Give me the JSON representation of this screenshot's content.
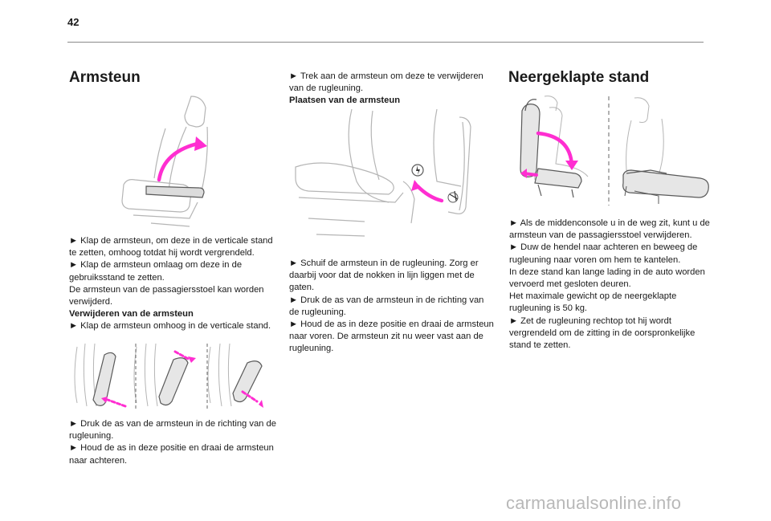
{
  "page": {
    "number": "42"
  },
  "col1": {
    "heading": "Armsteun",
    "block1": [
      "► Klap de armsteun, om deze in de verticale stand te zetten, omhoog totdat hij wordt vergrendeld.",
      "► Klap de armsteun omlaag om deze in de gebruiksstand te zetten.",
      "De armsteun van de passagiersstoel kan worden verwijderd."
    ],
    "subheading": "Verwijderen van de armsteun",
    "block2": [
      "► Klap de armsteun omhoog in de verticale stand."
    ],
    "block3": [
      "► Druk de as van de armsteun in de richting van de rugleuning.",
      "► Houd de as in deze positie en draai de armsteun naar achteren."
    ]
  },
  "col2": {
    "block1": [
      "► Trek aan de armsteun om deze te verwijderen van de rugleuning."
    ],
    "subheading": "Plaatsen van de armsteun",
    "block2": [
      "► Schuif de armsteun in de rugleuning. Zorg er daarbij voor dat de nokken in lijn liggen met de gaten.",
      "► Druk de as van de armsteun in de richting van de rugleuning.",
      "► Houd de as in deze positie en draai de armsteun naar voren. De armsteun zit nu weer vast aan de rugleuning."
    ]
  },
  "col3": {
    "heading": "Neergeklapte stand",
    "block1": [
      "► Als de middenconsole u in de weg zit, kunt u de armsteun van de passagiersstoel verwijderen.",
      "► Duw de hendel naar achteren en beweeg de rugleuning naar voren om hem te kantelen.",
      "In deze stand kan lange lading in de auto worden vervoerd met gesloten deuren.",
      "Het maximale gewicht op de neergeklapte rugleuning is 50 kg.",
      "► Zet de rugleuning rechtop tot hij wordt vergrendeld om de zitting in de oorspronkelijke stand te zetten."
    ]
  },
  "footer": {
    "watermark": "carmanualsonline.info"
  },
  "colors": {
    "accent": "#ff2ed1",
    "line": "#b5b5b5",
    "seat_dark": "#5a5a5a",
    "seat_fill": "#e6e6e6"
  },
  "icons": [
    "armrest-raise-figure",
    "armrest-removal-steps-figure",
    "armrest-install-figure",
    "folded-seat-figure"
  ]
}
